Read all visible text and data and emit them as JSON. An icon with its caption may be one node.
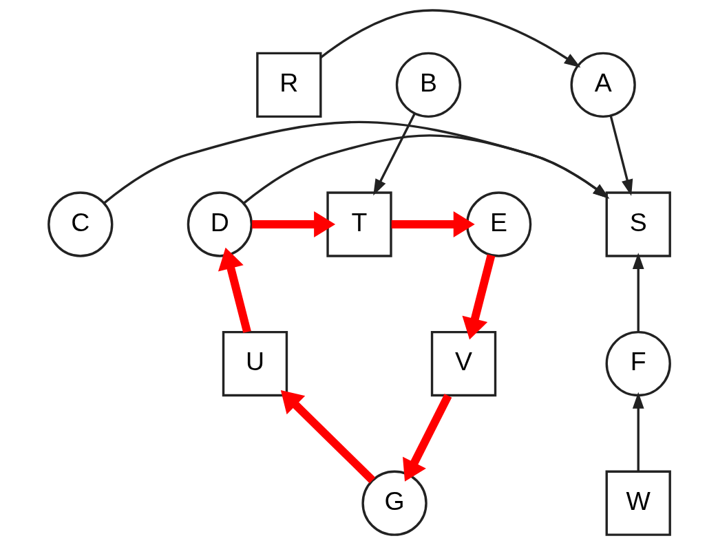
{
  "diagram": {
    "nodes": [
      {
        "text": [
          "R"
        ]
      },
      {
        "text": [
          "A"
        ]
      },
      {
        "text": [
          "B"
        ]
      },
      {
        "text": [
          "C"
        ]
      },
      {
        "text": [
          "S"
        ]
      },
      {
        "text": [
          "D"
        ]
      },
      {
        "text": [
          "T"
        ]
      },
      {
        "text": [
          "E"
        ]
      },
      {
        "text": [
          "F"
        ]
      },
      {
        "text": [
          "U"
        ]
      },
      {
        "text": [
          "V"
        ]
      },
      {
        "text": [
          "W"
        ]
      },
      {
        "text": [
          "G"
        ]
      }
    ],
    "edges": [
      {
        "from": 0,
        "to": 1,
        "arrow": "to"
      },
      {
        "from": 1,
        "to": 4,
        "arrow": "to"
      },
      {
        "from": 2,
        "to": 6,
        "arrow": "to"
      },
      {
        "from": 3,
        "to": 4,
        "arrow": "to"
      },
      {
        "from": 5,
        "to": 4,
        "arrow": "to"
      },
      {
        "from": 5,
        "to": 6,
        "arrow": "to",
        "style": "thick",
        "color": "#ff0000"
      },
      {
        "from": 6,
        "to": 7,
        "arrow": "to",
        "style": "thick",
        "color": "#ff0000"
      },
      {
        "from": 7,
        "to": 10,
        "arrow": "to",
        "style": "thick",
        "color": "#ff0000"
      },
      {
        "from": 8,
        "to": 4,
        "arrow": "to"
      },
      {
        "from": 11,
        "to": 8,
        "arrow": "to"
      },
      {
        "from": 9,
        "to": 5,
        "arrow": "to",
        "style": "thick",
        "color": "#ff0000"
      },
      {
        "from": 12,
        "to": 9,
        "arrow": "to",
        "style": "thick",
        "color": "#ff0000"
      },
      {
        "from": 10,
        "to": 12,
        "arrow": "to",
        "style": "thick",
        "color": "#ff0000"
      }
    ]
  }
}
